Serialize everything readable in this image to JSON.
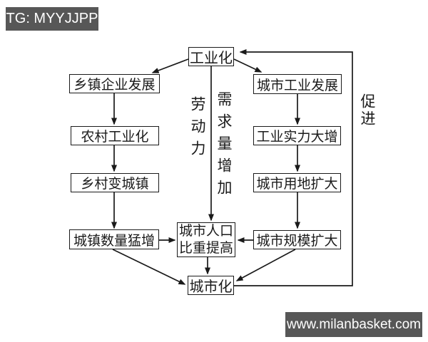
{
  "watermark_top": {
    "label": "TG: MYYJJPP"
  },
  "watermark_bottom": {
    "label": "www.milanbasket.com"
  },
  "colors": {
    "badge_background": "#575757",
    "badge_text": "#ffffff",
    "line": "#1a1a1a",
    "node_background": "#ffffff",
    "page_background": "#ffffff"
  },
  "diagram": {
    "nodes": {
      "industrialization": "工业化",
      "township_enterprise_dev": "乡镇企业发展",
      "rural_industrialization": "农村工业化",
      "village_to_town": "乡村变城镇",
      "town_number_surge": "城镇数量猛增",
      "urban_industry_dev": "城市工业发展",
      "industry_strength_grow": "工业实力大增",
      "urban_land_expand": "城市用地扩大",
      "urban_scale_expand": "城市规模扩大",
      "population_ratio_line1": "城市人口",
      "population_ratio_line2": "比重提高",
      "urbanization": "城市化"
    },
    "edge_labels": {
      "labor": "劳动力",
      "demand_increase": "需求量增加",
      "promote": "促进"
    }
  }
}
